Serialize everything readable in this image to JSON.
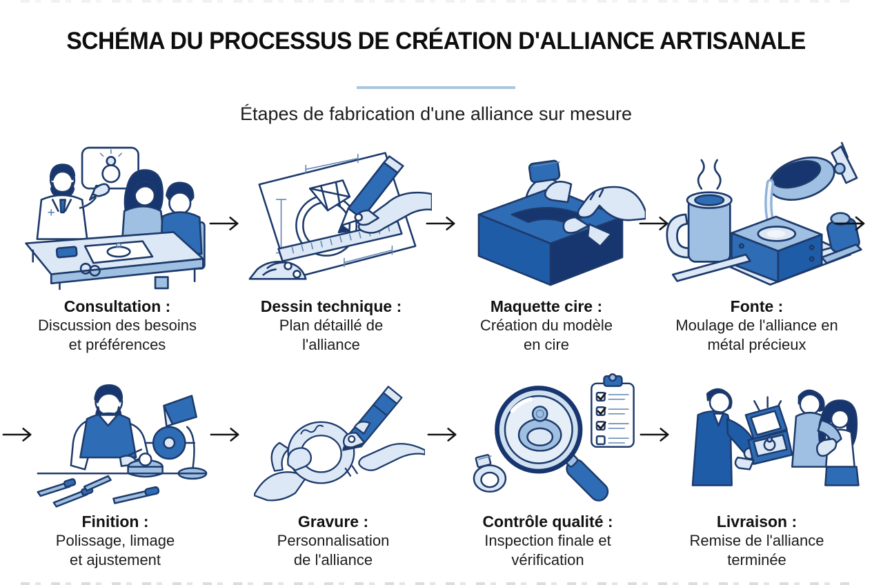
{
  "page": {
    "title": "SCHÉMA DU PROCESSUS DE CRÉATION D'ALLIANCE ARTISANALE",
    "subtitle": "Étapes de fabrication d'une alliance sur mesure"
  },
  "colors": {
    "outline_navy": "#1d3a6b",
    "mid_blue": "#2e6cb5",
    "light_blue": "#dce8f5",
    "divider_blue": "#a9c6de",
    "arrow_black": "#141414",
    "background": "#ffffff"
  },
  "icons": {
    "flow_arrow": "→"
  },
  "steps": [
    {
      "id": "consultation",
      "title": "Consultation :",
      "description": "Discussion des besoins et préférences",
      "illustration": "jeweler-consulting-couple-at-table-with-ring-speech-bubble"
    },
    {
      "id": "dessin-technique",
      "title": "Dessin technique :",
      "description": "Plan détaillé de l'alliance",
      "illustration": "hand-drawing-ring-blueprint-with-pencil-and-ruler"
    },
    {
      "id": "maquette-cire",
      "title": "Maquette cire :",
      "description": "Création du modèle en cire",
      "illustration": "hand-lifting-ring-model-from-blue-wax-block"
    },
    {
      "id": "fonte",
      "title": "Fonte :",
      "description": "Moulage de l'alliance en métal précieux",
      "illustration": "molten-metal-poured-from-ladle-into-casting-mold"
    },
    {
      "id": "finition",
      "title": "Finition :",
      "description": "Polissage, limage et ajustement",
      "illustration": "craftsman-polishing-ring-at-workbench-with-lamp-and-files"
    },
    {
      "id": "gravure",
      "title": "Gravure :",
      "description": "Personnalisation de l'alliance",
      "illustration": "hands-engraving-inscription-inside-ring-with-tool"
    },
    {
      "id": "controle-qualite",
      "title": "Contrôle qualité :",
      "description": "Inspection finale et vérification",
      "illustration": "magnifying-glass-over-ring-with-checklist"
    },
    {
      "id": "livraison",
      "title": "Livraison :",
      "description": "Remise de l'alliance terminée",
      "illustration": "jeweler-handing-open-ring-box-to-happy-couple"
    }
  ]
}
